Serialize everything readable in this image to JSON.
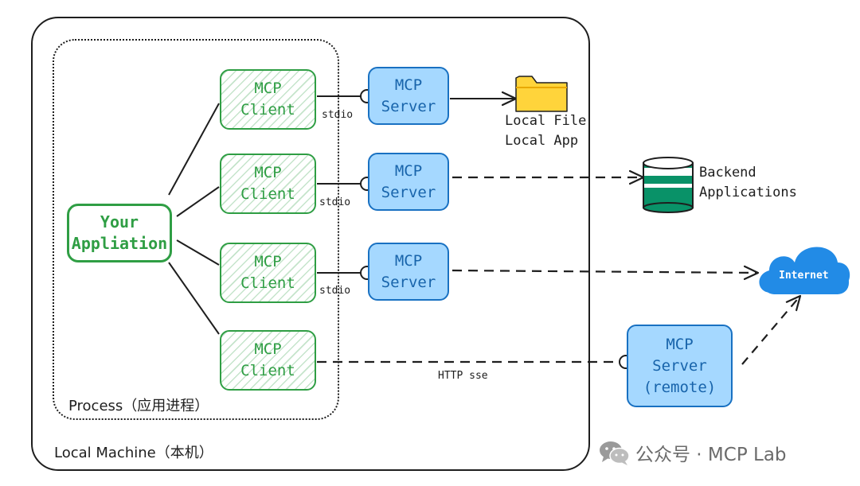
{
  "frames": {
    "local_machine_label": "Local Machine（本机）",
    "process_label": "Process（应用进程）"
  },
  "app": {
    "label": "Your\nAppliation"
  },
  "clients": [
    {
      "label": "MCP\nClient"
    },
    {
      "label": "MCP\nClient"
    },
    {
      "label": "MCP\nClient"
    },
    {
      "label": "MCP\nClient"
    }
  ],
  "servers": [
    {
      "label": "MCP\nServer"
    },
    {
      "label": "MCP\nServer"
    },
    {
      "label": "MCP\nServer"
    },
    {
      "label": "MCP\nServer\n(remote)"
    }
  ],
  "connections": [
    {
      "label": "stdio",
      "style": "solid"
    },
    {
      "label": "stdio",
      "style": "solid"
    },
    {
      "label": "stdio",
      "style": "solid"
    },
    {
      "label": "HTTP sse",
      "style": "dashed"
    }
  ],
  "targets": {
    "local": {
      "label": "Local File\nLocal App",
      "icon": "folder-icon"
    },
    "backend": {
      "label": "Backend\nApplications",
      "icon": "database-icon"
    },
    "internet": {
      "label": "Internet",
      "icon": "cloud-icon"
    }
  },
  "colors": {
    "client_stroke": "#2f9e44",
    "server_fill": "#a5d8ff",
    "server_stroke": "#1971c2",
    "database_fill": "#099268",
    "cloud_fill": "#228be6",
    "folder_fill": "#ffd43b"
  },
  "watermark": {
    "text": "公众号 · MCP Lab",
    "icon": "wechat-icon"
  }
}
